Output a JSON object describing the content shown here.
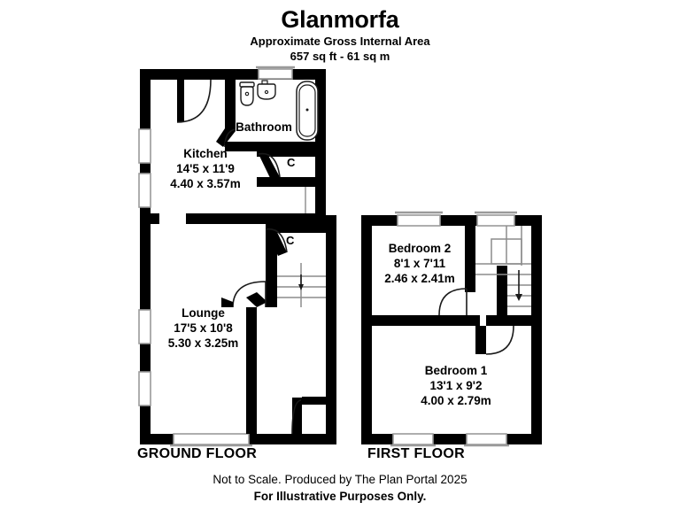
{
  "header": {
    "title": "Glanmorfa",
    "subtitle_line_1": "Approximate Gross Internal Area",
    "subtitle_line_2": "657 sq ft - 61 sq m"
  },
  "footer": {
    "line_1": "Not to Scale. Produced by The Plan Portal 2025",
    "line_2": "For Illustrative Purposes Only."
  },
  "floors": {
    "ground": {
      "label": "GROUND FLOOR",
      "rooms": [
        {
          "name": "Kitchen",
          "dim_imperial": "14'5 x 11'9",
          "dim_metric": "4.40 x 3.57m"
        },
        {
          "name": "Bathroom",
          "dim_imperial": "",
          "dim_metric": ""
        },
        {
          "name": "Lounge",
          "dim_imperial": "17'5 x 10'8",
          "dim_metric": "5.30 x 3.25m"
        }
      ],
      "cupboards": [
        {
          "label": "C"
        },
        {
          "label": "C"
        }
      ],
      "fixtures": [
        "toilet",
        "sink",
        "bathtub"
      ],
      "features": [
        "staircase-up",
        "bay-window",
        "entrance-door"
      ]
    },
    "first": {
      "label": "FIRST FLOOR",
      "rooms": [
        {
          "name": "Bedroom 2",
          "dim_imperial": "8'1 x 7'11",
          "dim_metric": "2.46 x 2.41m"
        },
        {
          "name": "Bedroom 1",
          "dim_imperial": "13'1 x 9'2",
          "dim_metric": "4.00 x 2.79m"
        }
      ],
      "features": [
        "staircase-down",
        "landing"
      ]
    }
  },
  "colors": {
    "wall": "#000000",
    "background": "#ffffff",
    "window_frame": "#9a9a9a",
    "fixture_stroke": "#1a1a1a",
    "stair_line": "#8c8c8c"
  }
}
